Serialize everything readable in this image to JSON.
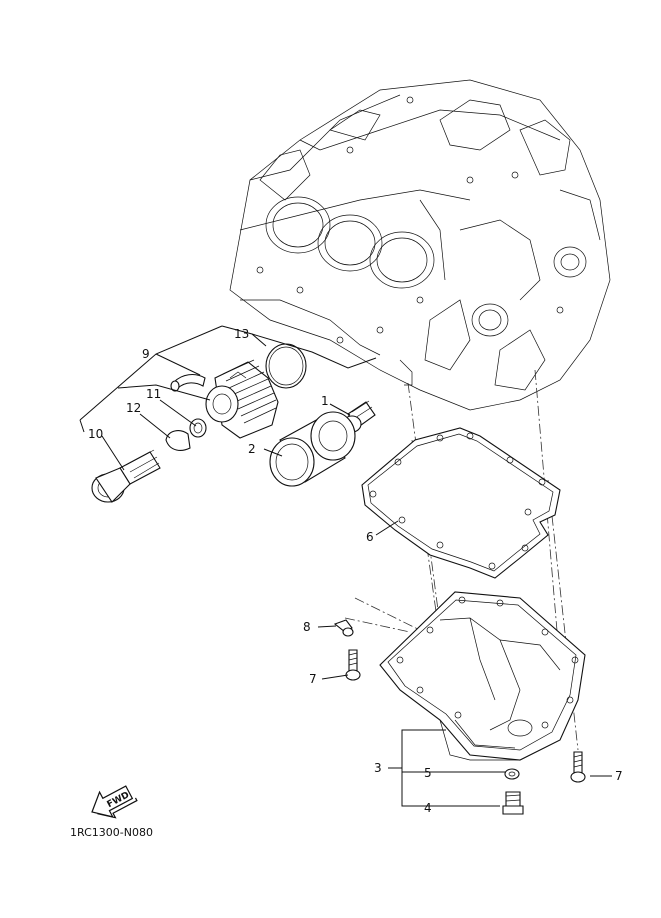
{
  "diagram": {
    "code": "1RC1300-N080",
    "fwd_label": "FWD",
    "callouts": [
      {
        "id": "c1",
        "num": "1"
      },
      {
        "id": "c2",
        "num": "2"
      },
      {
        "id": "c3",
        "num": "3"
      },
      {
        "id": "c4",
        "num": "4"
      },
      {
        "id": "c5",
        "num": "5"
      },
      {
        "id": "c6",
        "num": "6"
      },
      {
        "id": "c7a",
        "num": "7"
      },
      {
        "id": "c7b",
        "num": "7"
      },
      {
        "id": "c8",
        "num": "8"
      },
      {
        "id": "c9",
        "num": "9"
      },
      {
        "id": "c10",
        "num": "10"
      },
      {
        "id": "c11",
        "num": "11"
      },
      {
        "id": "c12",
        "num": "12"
      },
      {
        "id": "c13",
        "num": "13"
      }
    ]
  }
}
